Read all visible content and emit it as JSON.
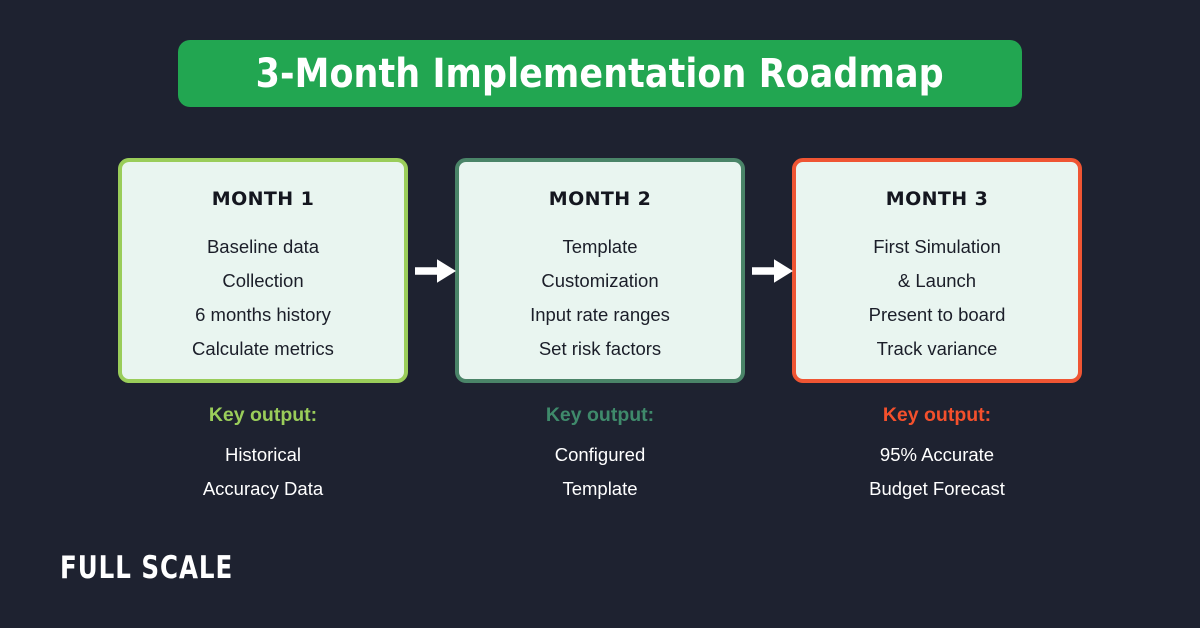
{
  "meta": {
    "background_color": "#1e2230"
  },
  "header": {
    "title": "3-Month Implementation Roadmap",
    "banner_color": "#22a651",
    "title_color": "#ffffff"
  },
  "cards": [
    {
      "title": "MONTH 1",
      "accent_color": "#9acd5a",
      "fill_color": "#e9f5f0",
      "lines": [
        "Baseline data",
        "Collection",
        "6 months history",
        "Calculate metrics"
      ]
    },
    {
      "title": "MONTH 2",
      "accent_color": "#4a8468",
      "fill_color": "#e9f5f0",
      "lines": [
        "Template",
        "Customization",
        "Input rate ranges",
        "Set risk factors"
      ]
    },
    {
      "title": "MONTH 3",
      "accent_color": "#ef5533",
      "fill_color": "#e9f5f0",
      "lines": [
        "First Simulation",
        "& Launch",
        "Present to board",
        "Track variance"
      ]
    }
  ],
  "connectors": [
    {
      "icon": "arrow-right-icon",
      "color": "#ffffff"
    },
    {
      "icon": "arrow-right-icon",
      "color": "#ffffff"
    }
  ],
  "outputs": [
    {
      "heading": "Key output:",
      "heading_color": "#9acd5a",
      "lines": [
        "Historical",
        "Accuracy Data"
      ]
    },
    {
      "heading": "Key output:",
      "heading_color": "#3f8a6b",
      "lines": [
        "Configured",
        "Template"
      ]
    },
    {
      "heading": "Key output:",
      "heading_color": "#f4502c",
      "lines": [
        "95% Accurate",
        "Budget Forecast"
      ]
    }
  ],
  "footer": {
    "logo_text": "FULL SCALE",
    "logo_color": "#ffffff"
  }
}
